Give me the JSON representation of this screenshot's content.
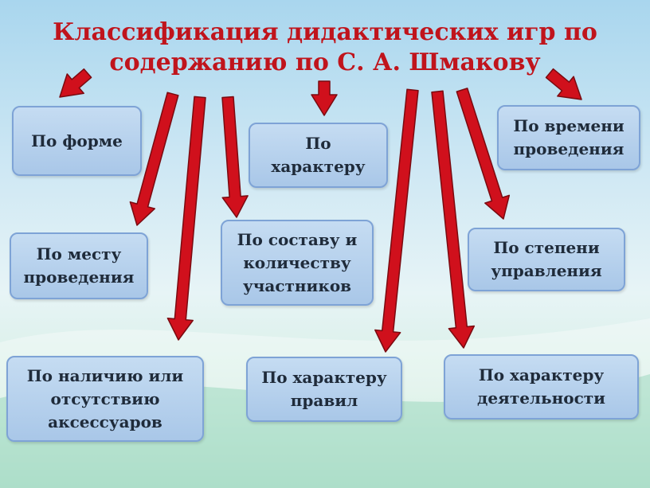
{
  "title": "Классификация дидактических игр по содержанию по С. А. Шмакову",
  "arrow_color": "#d0101c",
  "title_color": "#c0141c",
  "box_color": "#b5d1ee",
  "boxes": [
    "По форме",
    "По характеру",
    "По времени проведения",
    "По месту проведения",
    "По составу и количеству участников",
    "По степени управления",
    "По наличию или отсутствию аксессуаров",
    "По характеру правил",
    "По характеру деятельности"
  ]
}
